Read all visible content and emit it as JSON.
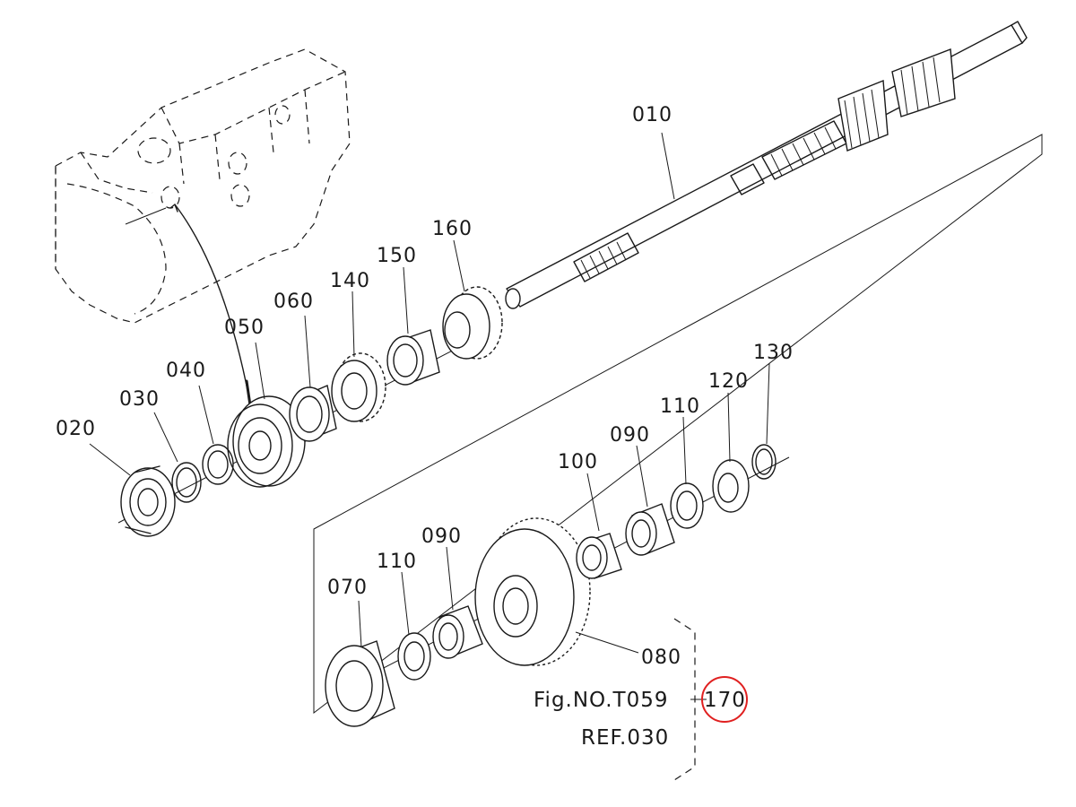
{
  "parts": {
    "p010": "010",
    "p020": "020",
    "p030": "030",
    "p040": "040",
    "p050": "050",
    "p060": "060",
    "p070": "070",
    "p080": "080",
    "p090a": "090",
    "p090b": "090",
    "p100": "100",
    "p110a": "110",
    "p110b": "110",
    "p120": "120",
    "p130": "130",
    "p140": "140",
    "p150": "150",
    "p160": "160"
  },
  "reference": {
    "fig_prefix": "Fig.NO.T059",
    "fig_suffix": "170",
    "ref_line": "REF.030"
  },
  "colors": {
    "ink": "#1a1a1a",
    "highlight": "#e02020"
  }
}
